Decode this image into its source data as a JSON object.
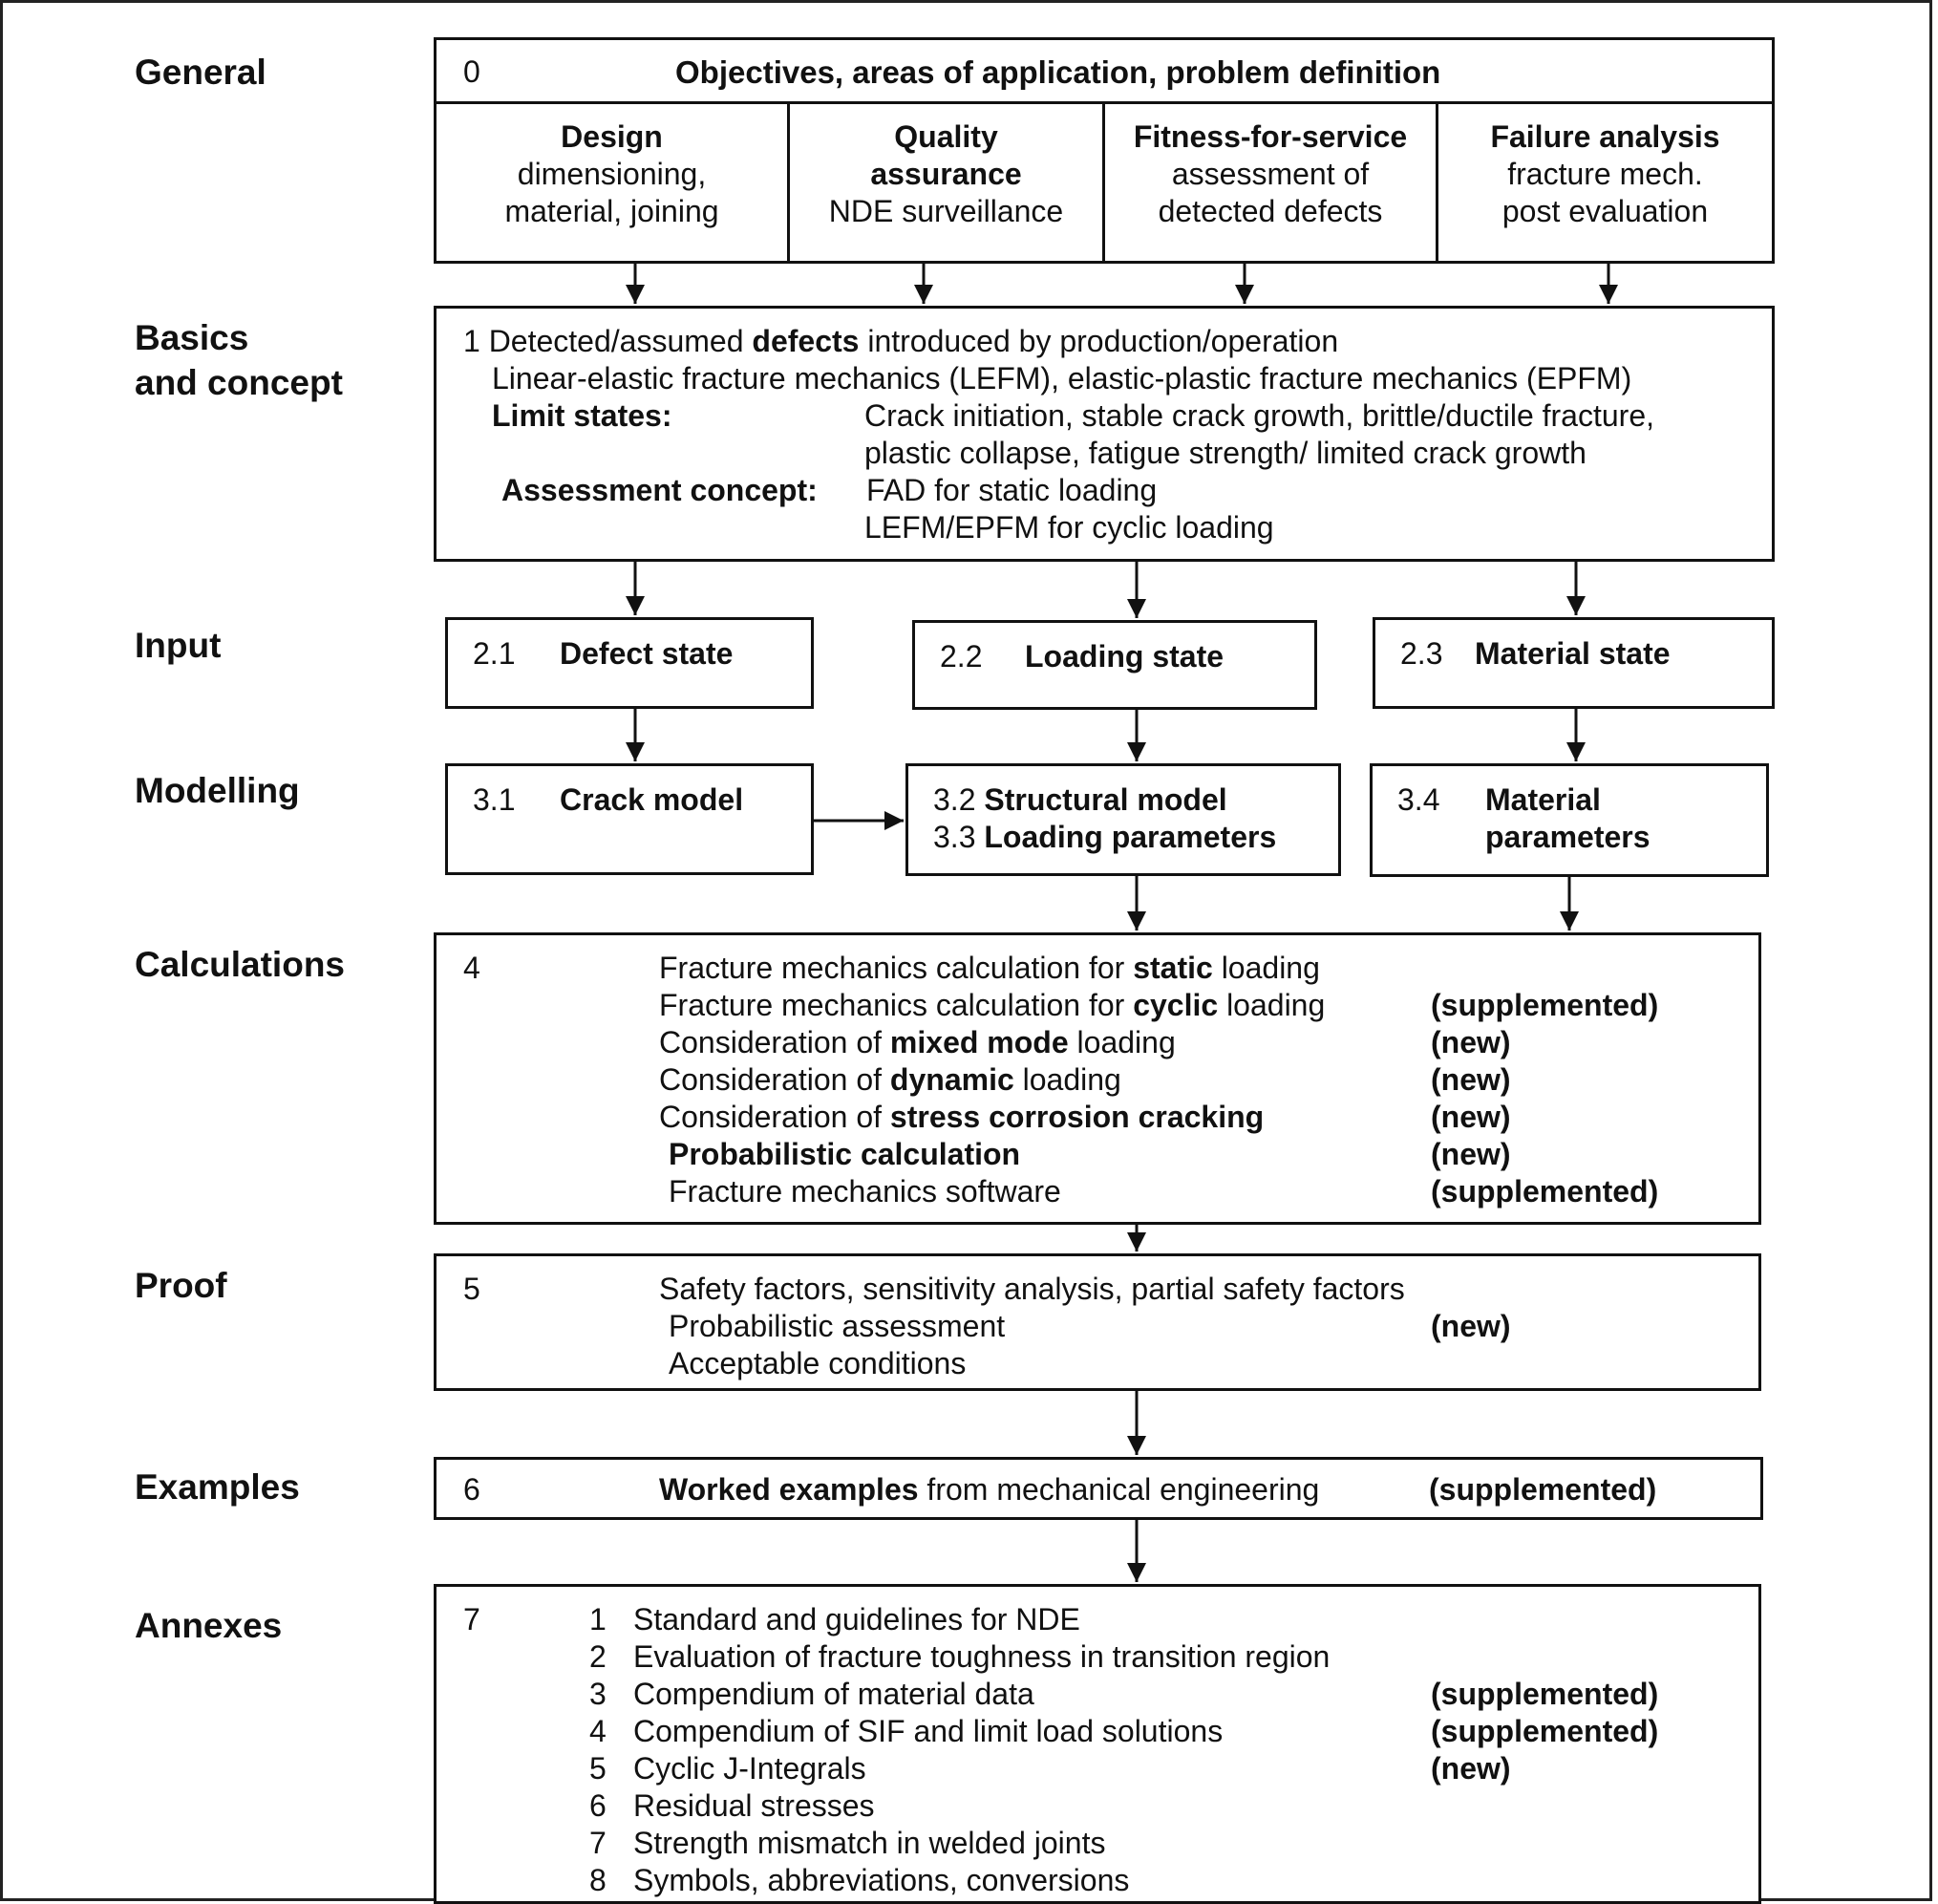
{
  "sections": {
    "general": "General",
    "basics_1": "Basics",
    "basics_2": "and concept",
    "input": "Input",
    "modelling": "Modelling",
    "calculations": "Calculations",
    "proof": "Proof",
    "examples": "Examples",
    "annexes": "Annexes"
  },
  "box0": {
    "num": "0",
    "title": "Objectives, areas of application, problem definition",
    "cols": [
      {
        "title": "Design",
        "l1": "dimensioning,",
        "l2": "material, joining"
      },
      {
        "title": "Quality",
        "title2": "assurance",
        "l1": "NDE surveillance"
      },
      {
        "title": "Fitness-for-service",
        "l1": "assessment of",
        "l2": "detected defects"
      },
      {
        "title": "Failure analysis",
        "l1": "fracture mech.",
        "l2": "post evaluation"
      }
    ]
  },
  "box1": {
    "l1_pre": "1 Detected/assumed ",
    "l1_bold": "defects",
    "l1_post": " introduced by production/operation",
    "l2": "Linear-elastic fracture mechanics (LEFM), elastic-plastic fracture mechanics (EPFM)",
    "limit_label": "Limit states:",
    "limit_1": "Crack initiation, stable crack growth, brittle/ductile fracture,",
    "limit_2": "plastic collapse, fatigue strength/ limited crack growth",
    "assess_label": "Assessment concept:",
    "assess_1": "FAD for static loading",
    "assess_2": "LEFM/EPFM for cyclic loading"
  },
  "input": [
    {
      "num": "2.1",
      "label": "Defect state"
    },
    {
      "num": "2.2",
      "label": "Loading state"
    },
    {
      "num": "2.3",
      "label": "Material state"
    }
  ],
  "modelling": {
    "crack_num": "3.1",
    "crack_label": "Crack model",
    "struct_num": "3.2",
    "struct_label": "Structural model",
    "load_num": "3.3",
    "load_label": "Loading parameters",
    "mat_num": "3.4",
    "mat_label_1": "Material",
    "mat_label_2": "parameters"
  },
  "calc": {
    "num": "4",
    "rows": [
      {
        "pre": "Fracture mechanics calculation for ",
        "bold": "static",
        "post": " loading",
        "tag": ""
      },
      {
        "pre": "Fracture mechanics calculation for ",
        "bold": "cyclic",
        "post": " loading",
        "tag": "(supplemented)"
      },
      {
        "pre": "Consideration of ",
        "bold": "mixed mode",
        "post": " loading",
        "tag": "(new)"
      },
      {
        "pre": "Consideration of ",
        "bold": "dynamic",
        "post": " loading",
        "tag": "(new)"
      },
      {
        "pre": "Consideration of ",
        "bold": "stress corrosion cracking",
        "post": "",
        "tag": "(new)"
      },
      {
        "pre": "",
        "bold": "Probabilistic calculation",
        "post": "",
        "tag": "(new)"
      },
      {
        "pre": "Fracture mechanics software",
        "bold": "",
        "post": "",
        "tag": "(supplemented)"
      }
    ]
  },
  "proof": {
    "num": "5",
    "l1": "Safety factors, sensitivity analysis, partial safety factors",
    "l2": "Probabilistic assessment",
    "l2_tag": "(new)",
    "l3": "Acceptable conditions"
  },
  "examples": {
    "num": "6",
    "bold": "Worked examples",
    "post": " from mechanical engineering",
    "tag": "(supplemented)"
  },
  "annexes": {
    "num": "7",
    "items": [
      {
        "n": "1",
        "label": "Standard and guidelines for NDE",
        "tag": ""
      },
      {
        "n": "2",
        "label": "Evaluation of fracture toughness in transition region",
        "tag": ""
      },
      {
        "n": "3",
        "label": "Compendium of material data",
        "tag": "(supplemented)"
      },
      {
        "n": "4",
        "label": "Compendium of SIF and limit load solutions",
        "tag": "(supplemented)"
      },
      {
        "n": "5",
        "label": "Cyclic J-Integrals",
        "tag": "(new)"
      },
      {
        "n": "6",
        "label": "Residual stresses",
        "tag": ""
      },
      {
        "n": "7",
        "label": "Strength mismatch in welded joints",
        "tag": ""
      },
      {
        "n": "8",
        "label": "Symbols, abbreviations, conversions",
        "tag": ""
      }
    ]
  }
}
